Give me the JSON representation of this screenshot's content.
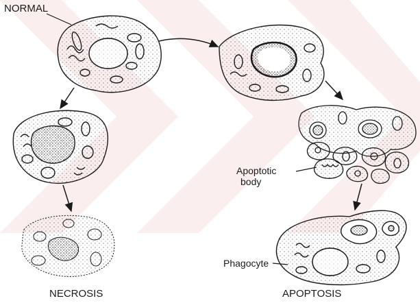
{
  "labels": {
    "normal": "NORMAL",
    "necrosis": "NECROSIS",
    "apoptosis": "APOPTOSIS",
    "apoptotic_body_line1": "Apoptotic",
    "apoptotic_body_line2": "body",
    "phagocyte": "Phagocyte"
  },
  "colors": {
    "background": "#ffffff",
    "watermark": "#f7dede",
    "ink": "#1a1a1a",
    "stipple": "#555555"
  }
}
